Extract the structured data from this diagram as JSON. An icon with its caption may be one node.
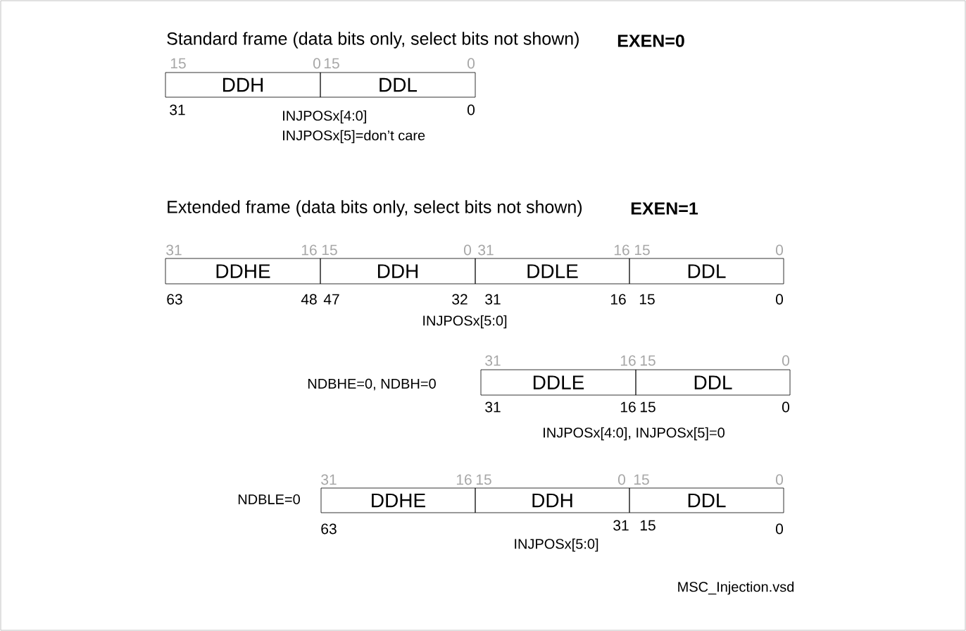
{
  "diagram": {
    "nodes": [
      {
        "text": [
          "DDH"
        ]
      },
      {
        "text": [
          "DDL"
        ]
      },
      {
        "text": [
          "DDHE"
        ]
      },
      {
        "text": [
          "DDH"
        ]
      },
      {
        "text": [
          "DDLE"
        ]
      },
      {
        "text": [
          "DDL"
        ]
      },
      {
        "text": [
          "DDLE"
        ]
      },
      {
        "text": [
          "DDL"
        ]
      },
      {
        "text": [
          "DDHE"
        ]
      },
      {
        "text": [
          "DDH"
        ]
      },
      {
        "text": [
          "DDL"
        ]
      }
    ],
    "labels": [
      "Standard frame (data bits only, select bits not shown)",
      "EXEN=0",
      "15",
      "0",
      "15",
      "0",
      "31",
      "INJPOSx[4:0]",
      "0",
      "INJPOSx[5]=don’t care",
      "Extended frame (data bits only, select bits not shown)",
      "EXEN=1",
      "31",
      "16",
      "15",
      "0",
      "31",
      "16",
      "15",
      "0",
      "63",
      "48",
      "47",
      "32",
      "31",
      "16",
      "15",
      "0",
      "INJPOSx[5:0]",
      "31",
      "16",
      "15",
      "0",
      "NDBHE=0, NDBH=0",
      "31",
      "16",
      "15",
      "0",
      "INJPOSx[4:0], INJPOSx[5]=0",
      "31",
      "16",
      "15",
      "0",
      "15",
      "0",
      "NDBLE=0",
      "63",
      "31",
      "15",
      "0",
      "INJPOSx[5:0]",
      "MSC_Injection.vsd"
    ]
  }
}
